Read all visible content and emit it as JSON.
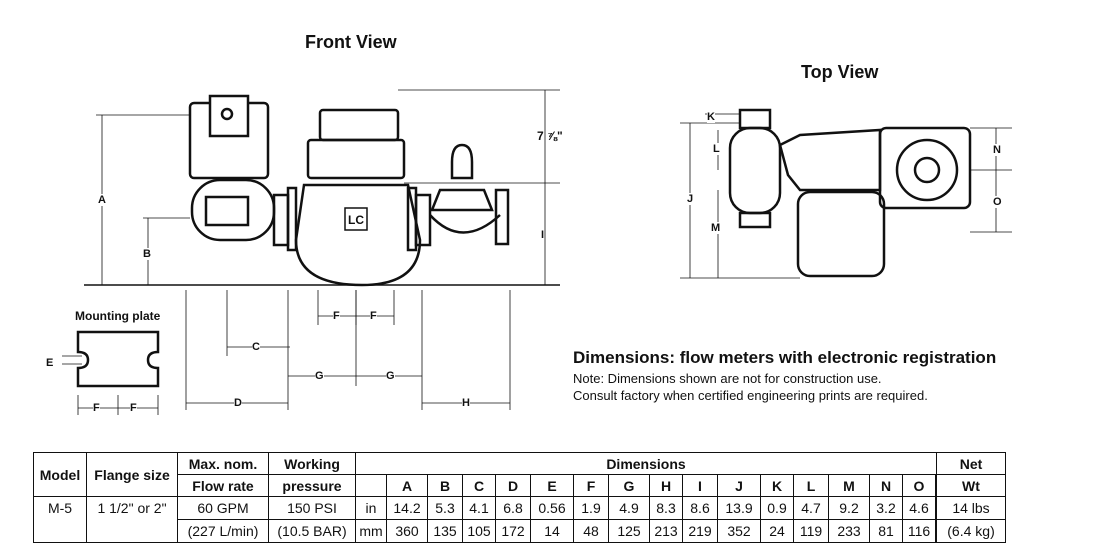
{
  "views": {
    "front_title": "Front View",
    "top_title": "Top View",
    "mounting_plate": "Mounting plate",
    "top_right_dim": "7 ⅞\""
  },
  "letters": {
    "A": "A",
    "B": "B",
    "C": "C",
    "D": "D",
    "E": "E",
    "F": "F",
    "G": "G",
    "H": "H",
    "I": "I",
    "J": "J",
    "K": "K",
    "L": "L",
    "M": "M",
    "N": "N",
    "O": "O"
  },
  "heading": "Dimensions: flow meters with electronic registration",
  "notes": [
    "Note: Dimensions shown are not for construction use.",
    "Consult factory when certified engineering prints are required."
  ],
  "table": {
    "headers": {
      "model": "Model",
      "flange": "Flange size",
      "flow_1": "Max. nom.",
      "flow_2": "Flow rate",
      "press_1": "Working",
      "press_2": "pressure",
      "dimensions": "Dimensions",
      "wt_1": "Net",
      "wt_2": "Wt"
    },
    "dim_cols": [
      "A",
      "B",
      "C",
      "D",
      "E",
      "F",
      "G",
      "H",
      "I",
      "J",
      "K",
      "L",
      "M",
      "N",
      "O"
    ],
    "row": {
      "model": "M-5",
      "flange": "1 1/2\" or 2\"",
      "flow_in": "60 GPM",
      "flow_mm": "(227 L/min)",
      "press_in": "150 PSI",
      "press_mm": "(10.5 BAR)",
      "unit_in": "in",
      "unit_mm": "mm",
      "in_values": [
        "14.2",
        "5.3",
        "4.1",
        "6.8",
        "0.56",
        "1.9",
        "4.9",
        "8.3",
        "8.6",
        "13.9",
        "0.9",
        "4.7",
        "9.2",
        "3.2",
        "4.6"
      ],
      "mm_values": [
        "360",
        "135",
        "105",
        "172",
        "14",
        "48",
        "125",
        "213",
        "219",
        "352",
        "24",
        "119",
        "233",
        "81",
        "116"
      ],
      "wt_in": "14 lbs",
      "wt_mm": "(6.4 kg)"
    }
  }
}
